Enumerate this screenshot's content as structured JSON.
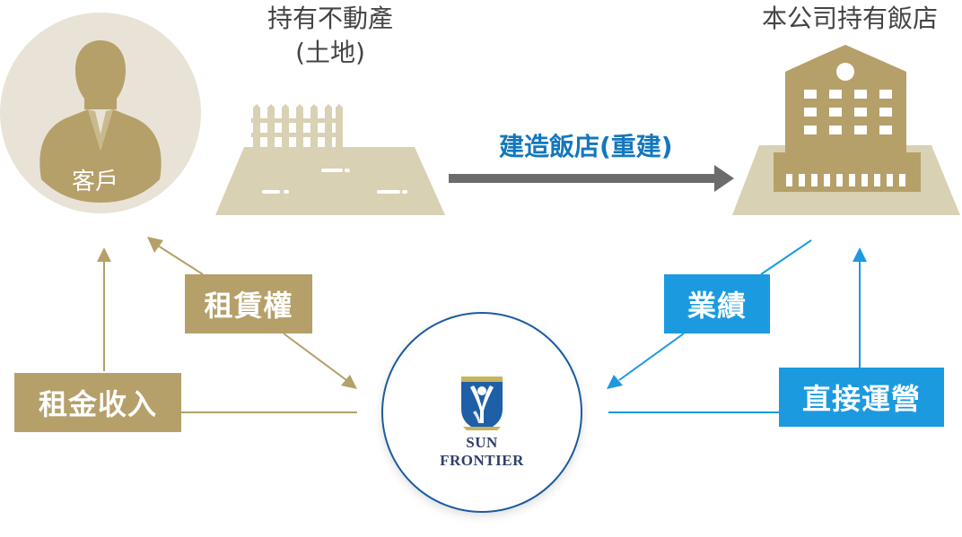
{
  "headings": {
    "land_line1": "持有不動產",
    "land_line2": "(土地)",
    "hotel": "本公司持有飯店"
  },
  "arrows": {
    "build_label": "建造飯店(重建)"
  },
  "customer": {
    "label": "客戶"
  },
  "boxes": {
    "lease_right": "租賃權",
    "rental_income": "租金收入",
    "performance": "業績",
    "direct_operation": "直接運營"
  },
  "logo": {
    "text": "SUN FRONTIER"
  },
  "colors": {
    "gold": "#b5a06a",
    "gold_light": "#d9d1b3",
    "circle_bg": "#e8e3d6",
    "blue": "#1b9ae0",
    "dark_blue_text": "#1477bd",
    "gray_arrow": "#6b6b6b"
  },
  "icons": [
    "person-icon",
    "fence-icon",
    "land-plot-icon",
    "hotel-building-icon",
    "sun-frontier-logo-icon"
  ]
}
